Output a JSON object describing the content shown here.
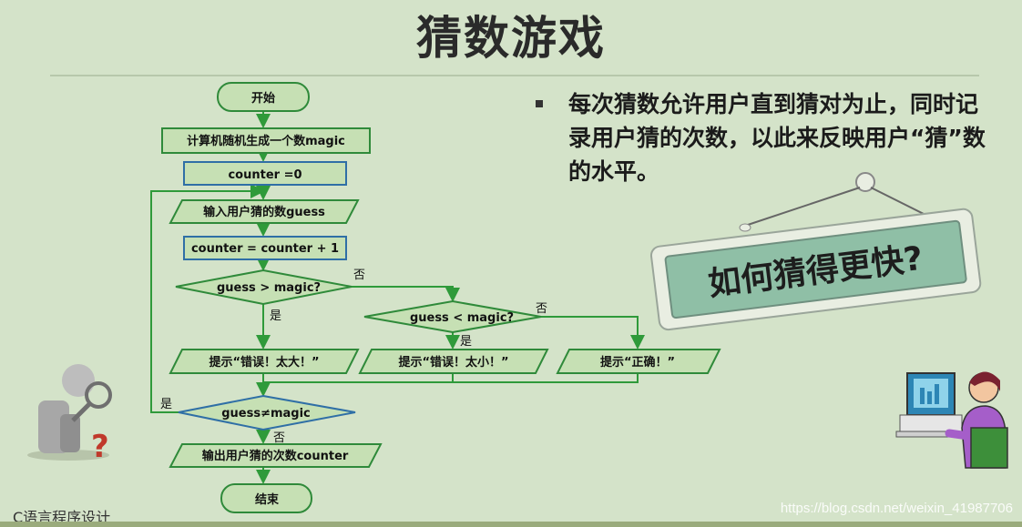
{
  "title": "猜数游戏",
  "flowchart": {
    "start": "开始",
    "gen_magic": "计算机随机生成一个数magic",
    "init_counter": "counter =0",
    "input_guess": "输入用户猜的数guess",
    "inc_counter": "counter = counter + 1",
    "cond_gt": "guess > magic?",
    "cond_lt": "guess < magic?",
    "hint_big": "提示“错误！太大！”",
    "hint_small": "提示“错误！太小！”",
    "hint_right": "提示“正确！”",
    "cond_ne": "guess≠magic",
    "output_count": "输出用户猜的次数counter",
    "end": "结束",
    "yes": "是",
    "no": "否"
  },
  "bullet": {
    "text": "每次猜数允许用户直到猜对为止，同时记录用户猜的次数，以此来反映用户“猜”数的水平。"
  },
  "sign": {
    "text": "如何猜得更快?"
  },
  "footer": {
    "course": "C语言程序设计",
    "url": "https://blog.csdn.net/weixin_41987706"
  },
  "colors": {
    "background": "#d4e3c9",
    "box_fill": "#c6e0b4",
    "box_stroke": "#2f6fa6",
    "terminal_fill": "#c6e0b4",
    "arrow": "#2f9a3a"
  }
}
